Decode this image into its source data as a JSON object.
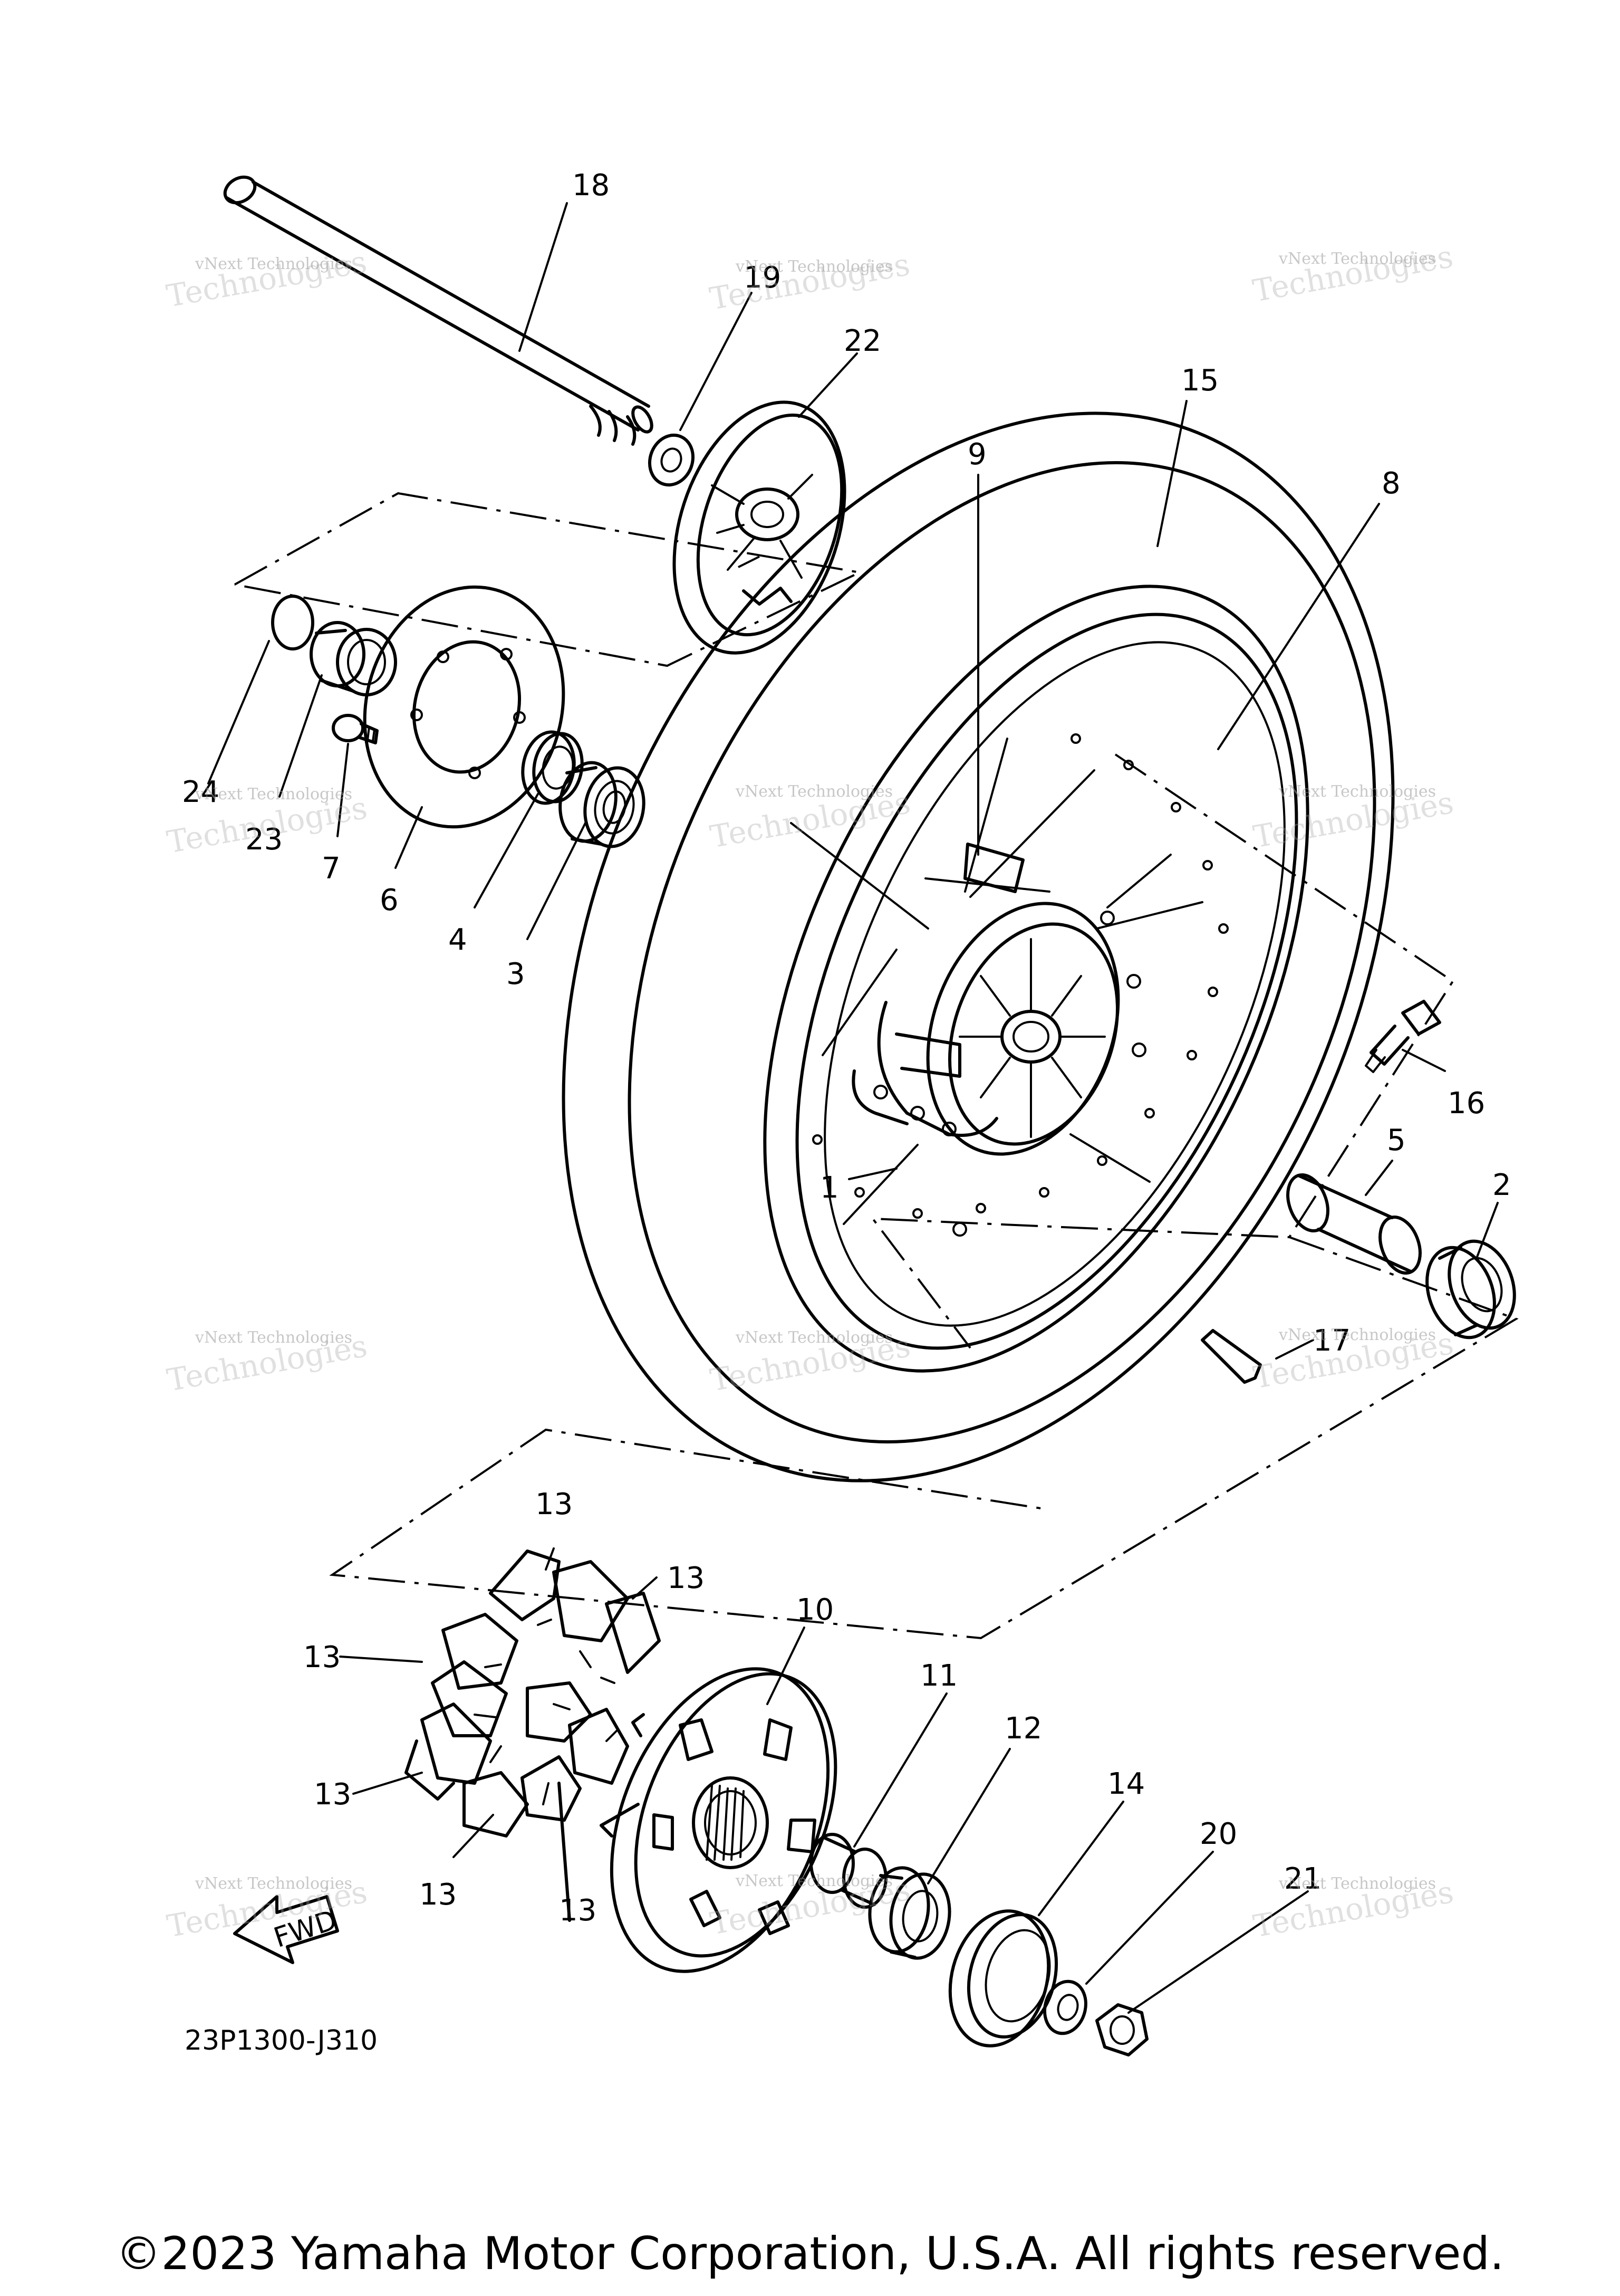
{
  "diagram": {
    "part_numbers": [
      "1",
      "2",
      "3",
      "4",
      "5",
      "6",
      "7",
      "8",
      "9",
      "10",
      "11",
      "12",
      "13",
      "13",
      "13",
      "13",
      "13",
      "13",
      "14",
      "15",
      "16",
      "17",
      "18",
      "19",
      "20",
      "21",
      "22",
      "23",
      "24"
    ],
    "watermark_line1": "vNext Technologies",
    "watermark_big": "Technologies",
    "watermark_small": "vNext",
    "fwd_label": "FWD",
    "diagram_code": "23P1300-J310"
  },
  "footer": {
    "copyright": "©2023 Yamaha Motor Corporation, U.S.A. All rights reserved."
  }
}
